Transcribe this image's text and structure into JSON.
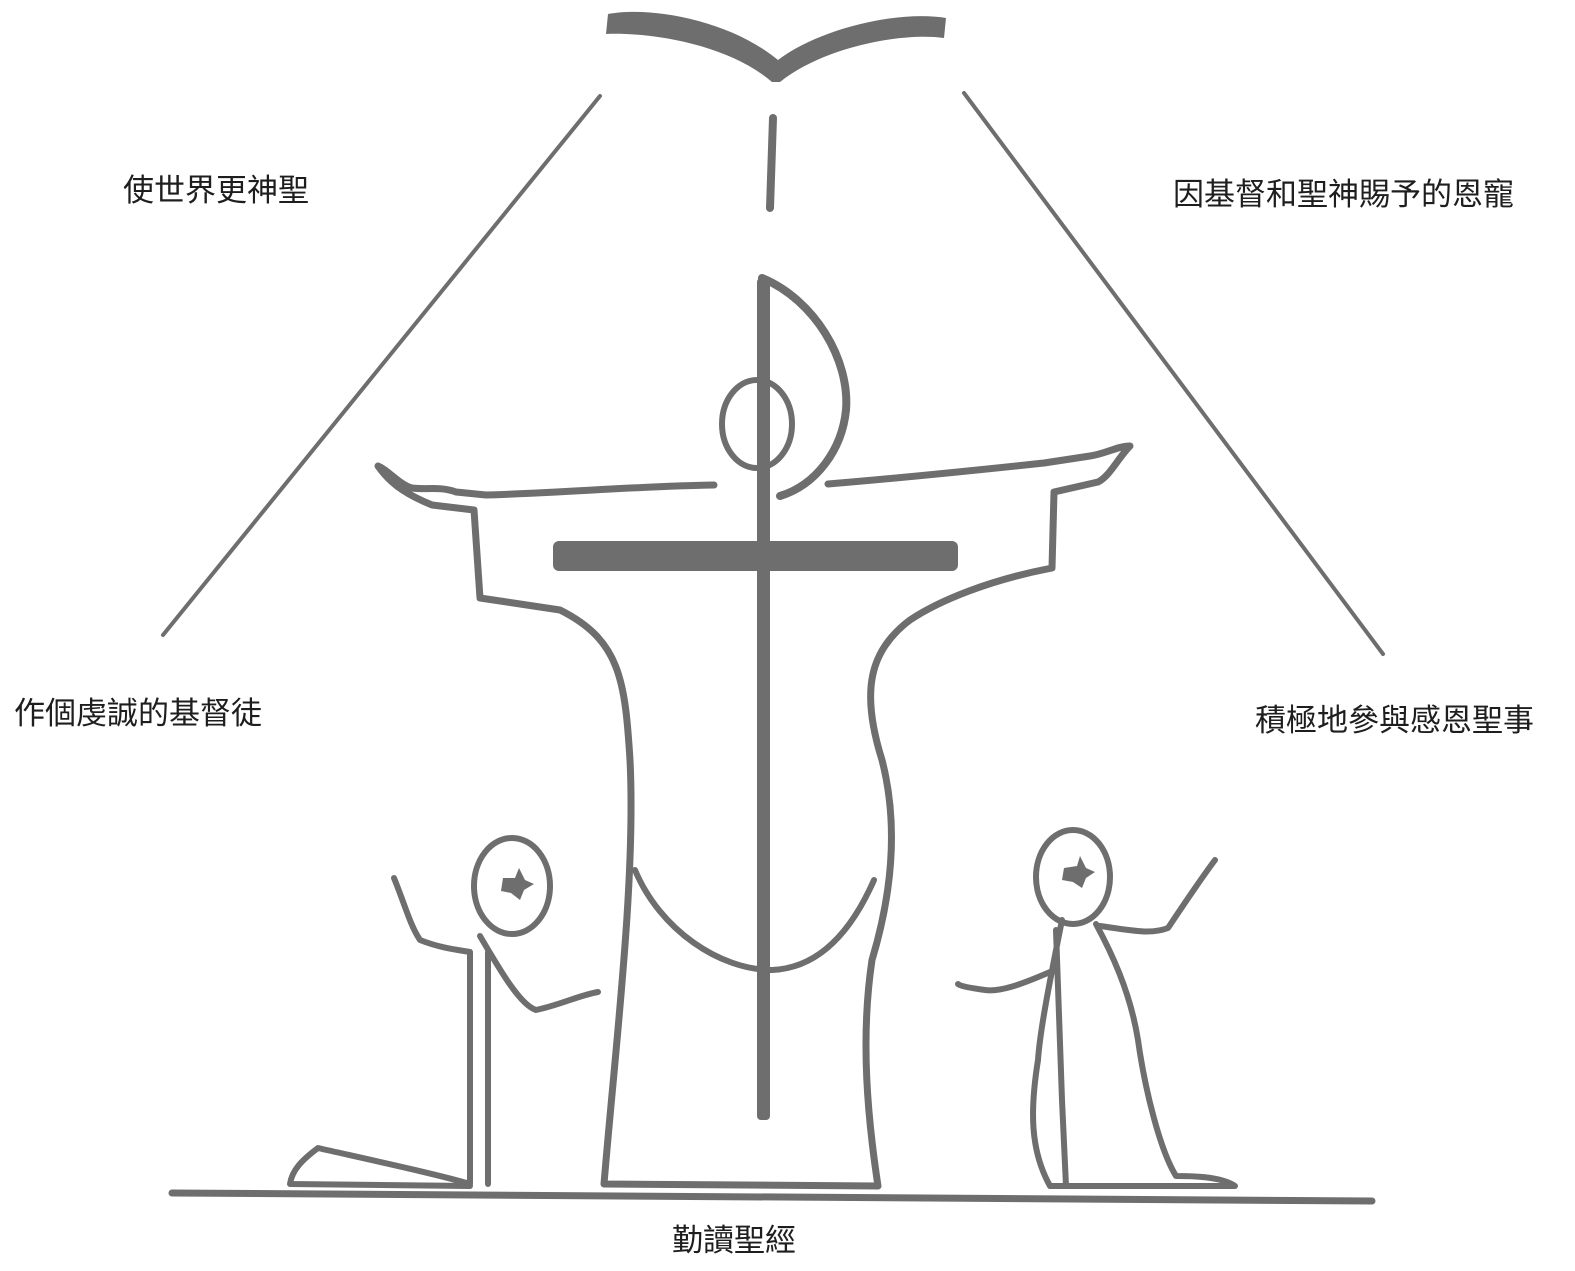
{
  "labels": {
    "top_left": "使世界更神聖",
    "top_right": "因基督和聖神賜予的恩寵",
    "middle_left": "作個虔誠的基督徒",
    "middle_right": "積極地參與感恩聖事",
    "bottom": "勤讀聖經"
  },
  "icons": [
    "open-bible-icon",
    "cross-icon",
    "risen-christ-figure",
    "kneeling-figure",
    "standing-figure"
  ],
  "colors": {
    "ink": "#6e6e6e",
    "text": "#1e1e1e",
    "background": "#ffffff"
  }
}
